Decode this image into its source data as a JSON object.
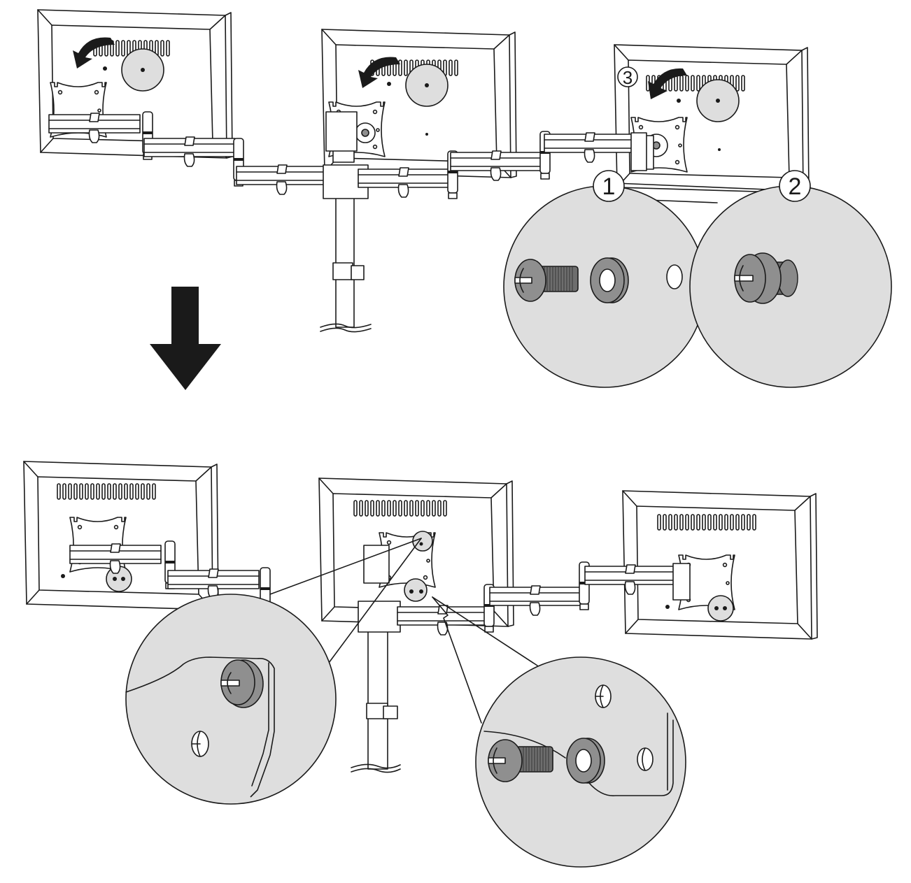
{
  "diagram": {
    "title": "",
    "description": "Assembly illustration: triple-monitor desk mount — attaching VESA plates to monitors",
    "steps": {
      "top": {
        "panel": "before",
        "monitors": [
          "left-monitor",
          "center-monitor",
          "right-monitor"
        ],
        "rotation_arrows": 3
      },
      "bottom": {
        "panel": "after",
        "monitors": [
          "left-monitor",
          "center-monitor",
          "right-monitor"
        ]
      }
    },
    "callouts": [
      {
        "id": "1",
        "label": "1",
        "content": "screw + washer"
      },
      {
        "id": "2",
        "label": "2",
        "content": "screw with spacer"
      },
      {
        "id": "3",
        "label": "3",
        "content": "rotate monitor"
      }
    ],
    "detail_views": [
      {
        "id": "detail-2-installed",
        "content": "spacer screw installed in plate"
      },
      {
        "id": "detail-1-installed",
        "content": "screw + washer installed in plate"
      }
    ],
    "transition_arrow": "down",
    "colors": {
      "line": "#1a1a1a",
      "detail_fill": "#dedede",
      "part_fill": "#8f8f8f",
      "background": "#ffffff"
    }
  }
}
